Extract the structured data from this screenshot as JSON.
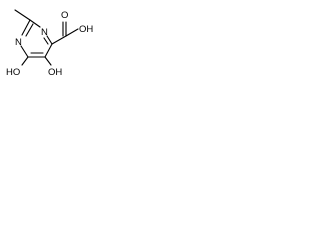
{
  "molecule": {
    "atoms": {
      "ring_n_upper": "N",
      "ring_n_lower": "N",
      "carbonyl_o": "O",
      "acid_oh": "OH",
      "hydroxy_left": "HO",
      "hydroxy_right": "OH"
    }
  }
}
